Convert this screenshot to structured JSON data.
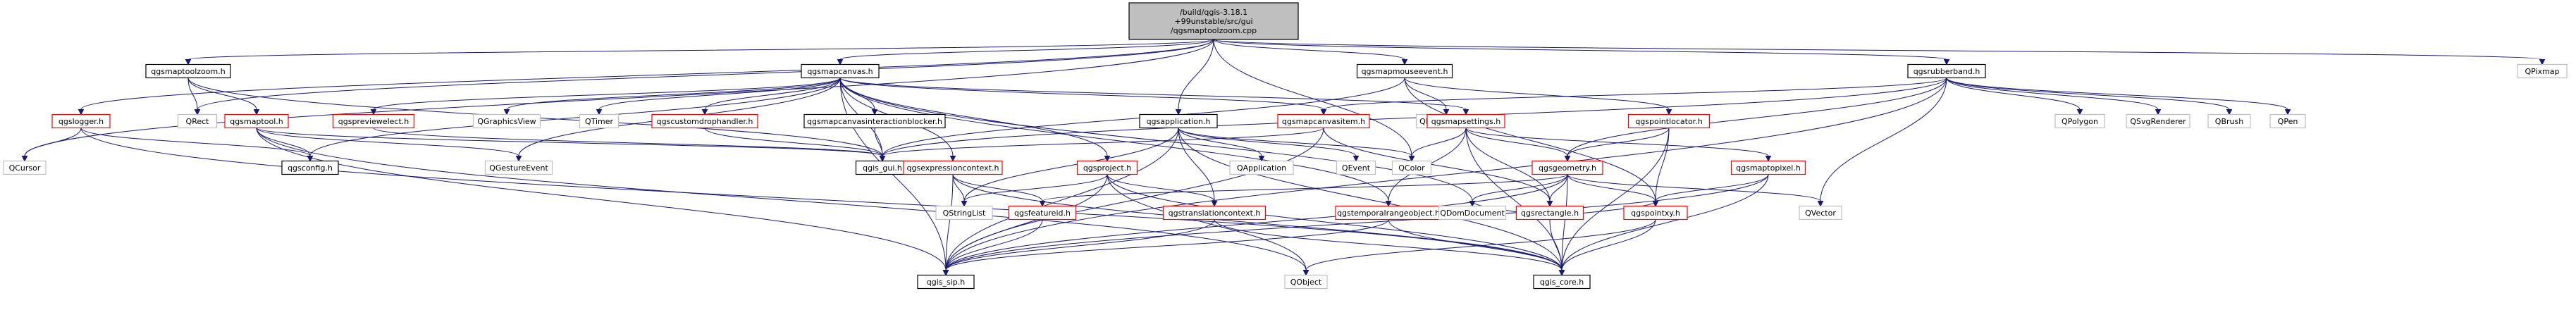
{
  "diagram": {
    "nodes": [
      {
        "id": "root",
        "lines": [
          "/build/qgis-3.18.1",
          "+99unstable/src/gui",
          "/qgsmaptoolzoom.cpp"
        ],
        "kind": "root"
      },
      {
        "id": "qgsmaptoolzoom_h",
        "lines": [
          "qgsmaptoolzoom.h"
        ],
        "kind": "normal"
      },
      {
        "id": "qgsmapcanvas_h",
        "lines": [
          "qgsmapcanvas.h"
        ],
        "kind": "normal"
      },
      {
        "id": "qgsmapmouseevent_h",
        "lines": [
          "qgsmapmouseevent.h"
        ],
        "kind": "normal"
      },
      {
        "id": "qgsrubberband_h",
        "lines": [
          "qgsrubberband.h"
        ],
        "kind": "normal"
      },
      {
        "id": "QPixmap",
        "lines": [
          "QPixmap"
        ],
        "kind": "external"
      },
      {
        "id": "qgslogger_h",
        "lines": [
          "qgslogger.h"
        ],
        "kind": "red"
      },
      {
        "id": "QRect",
        "lines": [
          "QRect"
        ],
        "kind": "external"
      },
      {
        "id": "qgsmaptool_h",
        "lines": [
          "qgsmaptool.h"
        ],
        "kind": "red"
      },
      {
        "id": "qgspreviewelect_h",
        "lines": [
          "qgspreviewelect.h"
        ],
        "kind": "red"
      },
      {
        "id": "QGraphicsView",
        "lines": [
          "QGraphicsView"
        ],
        "kind": "external"
      },
      {
        "id": "QTimer",
        "lines": [
          "QTimer"
        ],
        "kind": "external"
      },
      {
        "id": "qgscustomdrophandler_h",
        "lines": [
          "qgscustomdrophandler.h"
        ],
        "kind": "red"
      },
      {
        "id": "qgsmapcanvasinteractionblocker_h",
        "lines": [
          "qgsmapcanvasinteractionblocker.h"
        ],
        "kind": "normal"
      },
      {
        "id": "qgsapplication_h",
        "lines": [
          "qgsapplication.h"
        ],
        "kind": "normal"
      },
      {
        "id": "QMouseEvent",
        "lines": [
          "QMouseEvent"
        ],
        "kind": "external"
      },
      {
        "id": "qgsmapcanvasitem_h",
        "lines": [
          "qgsmapcanvasitem.h"
        ],
        "kind": "red"
      },
      {
        "id": "qgsmapsettings_h",
        "lines": [
          "qgsmapsettings.h"
        ],
        "kind": "red"
      },
      {
        "id": "qgspointlocator_h",
        "lines": [
          "qgspointlocator.h"
        ],
        "kind": "red"
      },
      {
        "id": "QPolygon",
        "lines": [
          "QPolygon"
        ],
        "kind": "external"
      },
      {
        "id": "QSvgRenderer",
        "lines": [
          "QSvgRenderer"
        ],
        "kind": "external"
      },
      {
        "id": "QBrush",
        "lines": [
          "QBrush"
        ],
        "kind": "external"
      },
      {
        "id": "QPen",
        "lines": [
          "QPen"
        ],
        "kind": "external"
      },
      {
        "id": "QCursor",
        "lines": [
          "QCursor"
        ],
        "kind": "external"
      },
      {
        "id": "qgsconfig_h",
        "lines": [
          "qgsconfig.h"
        ],
        "kind": "normal"
      },
      {
        "id": "QGestureEvent",
        "lines": [
          "QGestureEvent"
        ],
        "kind": "external"
      },
      {
        "id": "qgis_gui_h",
        "lines": [
          "qgis_gui.h"
        ],
        "kind": "normal"
      },
      {
        "id": "QApplication",
        "lines": [
          "QApplication"
        ],
        "kind": "external"
      },
      {
        "id": "QEvent",
        "lines": [
          "QEvent"
        ],
        "kind": "external"
      },
      {
        "id": "QColor",
        "lines": [
          "QColor"
        ],
        "kind": "external"
      },
      {
        "id": "qgsgeometry_h",
        "lines": [
          "qgsgeometry.h"
        ],
        "kind": "red"
      },
      {
        "id": "qgsmaptopixel_h",
        "lines": [
          "qgsmaptopixel.h"
        ],
        "kind": "red"
      },
      {
        "id": "qgsexpressioncontext_h",
        "lines": [
          "qgsexpressioncontext.h"
        ],
        "kind": "red"
      },
      {
        "id": "qgsproject_h",
        "lines": [
          "qgsproject.h"
        ],
        "kind": "red"
      },
      {
        "id": "qgsrectangle_h",
        "lines": [
          "qgsrectangle.h"
        ],
        "kind": "red"
      },
      {
        "id": "QStringList",
        "lines": [
          "QStringList"
        ],
        "kind": "external"
      },
      {
        "id": "qgsfeatureid_h",
        "lines": [
          "qgsfeatureid.h"
        ],
        "kind": "red"
      },
      {
        "id": "qgstranslationcontext_h",
        "lines": [
          "qgstranslationcontext.h"
        ],
        "kind": "red"
      },
      {
        "id": "qgstemporalrangeobject_h",
        "lines": [
          "qgstemporalrangeobject.h"
        ],
        "kind": "red"
      },
      {
        "id": "QDomDocument",
        "lines": [
          "QDomDocument"
        ],
        "kind": "external"
      },
      {
        "id": "qgspointxy_h",
        "lines": [
          "qgspointxy.h"
        ],
        "kind": "red"
      },
      {
        "id": "QVector",
        "lines": [
          "QVector"
        ],
        "kind": "external"
      },
      {
        "id": "qgis_sip_h",
        "lines": [
          "qgis_sip.h"
        ],
        "kind": "normal"
      },
      {
        "id": "QObject",
        "lines": [
          "QObject"
        ],
        "kind": "external"
      },
      {
        "id": "qgis_core_h",
        "lines": [
          "qgis_core.h"
        ],
        "kind": "normal"
      }
    ],
    "edges": [
      [
        "root",
        "qgsmaptoolzoom_h"
      ],
      [
        "root",
        "qgsmapcanvas_h"
      ],
      [
        "root",
        "qgsmapmouseevent_h"
      ],
      [
        "root",
        "qgsrubberband_h"
      ],
      [
        "root",
        "QPixmap"
      ],
      [
        "root",
        "qgslogger_h"
      ],
      [
        "root",
        "QRect"
      ],
      [
        "root",
        "QCursor"
      ],
      [
        "root",
        "qgsapplication_h"
      ],
      [
        "root",
        "QColor"
      ],
      [
        "qgsmaptoolzoom_h",
        "qgsmaptool_h"
      ],
      [
        "qgsmaptoolzoom_h",
        "QRect"
      ],
      [
        "qgsmaptoolzoom_h",
        "qgis_gui_h"
      ],
      [
        "qgsmapcanvas_h",
        "qgsconfig_h"
      ],
      [
        "qgsmapcanvas_h",
        "qgspreviewelect_h"
      ],
      [
        "qgsmapcanvas_h",
        "QGraphicsView"
      ],
      [
        "qgsmapcanvas_h",
        "QTimer"
      ],
      [
        "qgsmapcanvas_h",
        "qgscustomdrophandler_h"
      ],
      [
        "qgsmapcanvas_h",
        "qgsmapcanvasinteractionblocker_h"
      ],
      [
        "qgsmapcanvas_h",
        "qgsmapcanvasitem_h"
      ],
      [
        "qgsmapcanvas_h",
        "qgsmapsettings_h"
      ],
      [
        "qgsmapcanvas_h",
        "qgsproject_h"
      ],
      [
        "qgsmapcanvas_h",
        "qgsexpressioncontext_h"
      ],
      [
        "qgsmapcanvas_h",
        "QDomDocument"
      ],
      [
        "qgsmapcanvas_h",
        "qgis_gui_h"
      ],
      [
        "qgsmapcanvas_h",
        "QGestureEvent"
      ],
      [
        "qgsmapcanvas_h",
        "qgstemporalrangeobject_h"
      ],
      [
        "qgsmapcanvas_h",
        "qgis_sip_h"
      ],
      [
        "qgsmapmouseevent_h",
        "QMouseEvent"
      ],
      [
        "qgsmapmouseevent_h",
        "qgspointlocator_h"
      ],
      [
        "qgsmapmouseevent_h",
        "qgspointxy_h"
      ],
      [
        "qgsmapmouseevent_h",
        "qgis_gui_h"
      ],
      [
        "qgsrubberband_h",
        "qgsmapcanvasitem_h"
      ],
      [
        "qgsrubberband_h",
        "qgsgeometry_h"
      ],
      [
        "qgsrubberband_h",
        "QPolygon"
      ],
      [
        "qgsrubberband_h",
        "QSvgRenderer"
      ],
      [
        "qgsrubberband_h",
        "QBrush"
      ],
      [
        "qgsrubberband_h",
        "QPen"
      ],
      [
        "qgsrubberband_h",
        "qgis_gui_h"
      ],
      [
        "qgsrubberband_h",
        "QVector"
      ],
      [
        "qgsrubberband_h",
        "qgis_sip_h"
      ],
      [
        "qgslogger_h",
        "qgsconfig_h"
      ],
      [
        "qgslogger_h",
        "QCursor"
      ],
      [
        "qgslogger_h",
        "qgis_core_h"
      ],
      [
        "qgsmaptool_h",
        "qgsconfig_h"
      ],
      [
        "qgsmaptool_h",
        "QGestureEvent"
      ],
      [
        "qgsmaptool_h",
        "qgis_gui_h"
      ],
      [
        "qgsmaptool_h",
        "qgis_sip_h"
      ],
      [
        "qgsmaptool_h",
        "QObject"
      ],
      [
        "qgspreviewelect_h",
        "qgis_gui_h"
      ],
      [
        "qgscustomdrophandler_h",
        "qgis_gui_h"
      ],
      [
        "qgsmapcanvasinteractionblocker_h",
        "qgis_gui_h"
      ],
      [
        "qgsapplication_h",
        "QApplication"
      ],
      [
        "qgsapplication_h",
        "QEvent"
      ],
      [
        "qgsapplication_h",
        "QColor"
      ],
      [
        "qgsapplication_h",
        "QStringList"
      ],
      [
        "qgsapplication_h",
        "qgstranslationcontext_h"
      ],
      [
        "qgsapplication_h",
        "qgis_core_h"
      ],
      [
        "qgsapplication_h",
        "qgis_sip_h"
      ],
      [
        "qgsmapcanvasitem_h",
        "qgsrectangle_h"
      ],
      [
        "qgsmapcanvasitem_h",
        "qgis_gui_h"
      ],
      [
        "qgsmapcanvasitem_h",
        "qgis_sip_h"
      ],
      [
        "qgsmapsettings_h",
        "QColor"
      ],
      [
        "qgsmapsettings_h",
        "qgsrectangle_h"
      ],
      [
        "qgsmapsettings_h",
        "qgsgeometry_h"
      ],
      [
        "qgsmapsettings_h",
        "qgsmaptopixel_h"
      ],
      [
        "qgsmapsettings_h",
        "qgstemporalrangeobject_h"
      ],
      [
        "qgsmapsettings_h",
        "qgis_core_h"
      ],
      [
        "qgspointlocator_h",
        "qgsgeometry_h"
      ],
      [
        "qgspointlocator_h",
        "qgspointxy_h"
      ],
      [
        "qgspointlocator_h",
        "qgis_core_h"
      ],
      [
        "qgsgeometry_h",
        "qgsrectangle_h"
      ],
      [
        "qgsgeometry_h",
        "qgspointxy_h"
      ],
      [
        "qgsgeometry_h",
        "qgsfeatureid_h"
      ],
      [
        "qgsgeometry_h",
        "QVector"
      ],
      [
        "qgsgeometry_h",
        "qgis_core_h"
      ],
      [
        "qgsgeometry_h",
        "qgis_sip_h"
      ],
      [
        "qgsgeometry_h",
        "QDomDocument"
      ],
      [
        "qgsmaptopixel_h",
        "qgspointxy_h"
      ],
      [
        "qgsmaptopixel_h",
        "qgis_core_h"
      ],
      [
        "qgsmaptopixel_h",
        "qgis_sip_h"
      ],
      [
        "qgsexpressioncontext_h",
        "QStringList"
      ],
      [
        "qgsexpressioncontext_h",
        "qgsfeatureid_h"
      ],
      [
        "qgsexpressioncontext_h",
        "qgis_sip_h"
      ],
      [
        "qgsexpressioncontext_h",
        "qgis_core_h"
      ],
      [
        "qgsproject_h",
        "qgstranslationcontext_h"
      ],
      [
        "qgsproject_h",
        "QStringList"
      ],
      [
        "qgsproject_h",
        "qgis_sip_h"
      ],
      [
        "qgsproject_h",
        "QObject"
      ],
      [
        "qgsproject_h",
        "qgis_core_h"
      ],
      [
        "qgsrectangle_h",
        "QDomDocument"
      ],
      [
        "qgsrectangle_h",
        "qgspointxy_h"
      ],
      [
        "qgsrectangle_h",
        "qgis_core_h"
      ],
      [
        "qgsfeatureid_h",
        "qgis_sip_h"
      ],
      [
        "qgstranslationcontext_h",
        "qgis_sip_h"
      ],
      [
        "qgstranslationcontext_h",
        "qgis_core_h"
      ],
      [
        "qgstemporalrangeobject_h",
        "qgis_sip_h"
      ],
      [
        "qgstemporalrangeobject_h",
        "qgis_core_h"
      ],
      [
        "qgspointxy_h",
        "qgis_core_h"
      ],
      [
        "qgspointxy_h",
        "QObject"
      ]
    ],
    "colors": {
      "edge": "#191970",
      "root_fill": "#bfbfbf",
      "normal_border": "#000000",
      "red_border": "#ff0000",
      "external_border": "#bfbfbf",
      "text": "#000000"
    }
  }
}
